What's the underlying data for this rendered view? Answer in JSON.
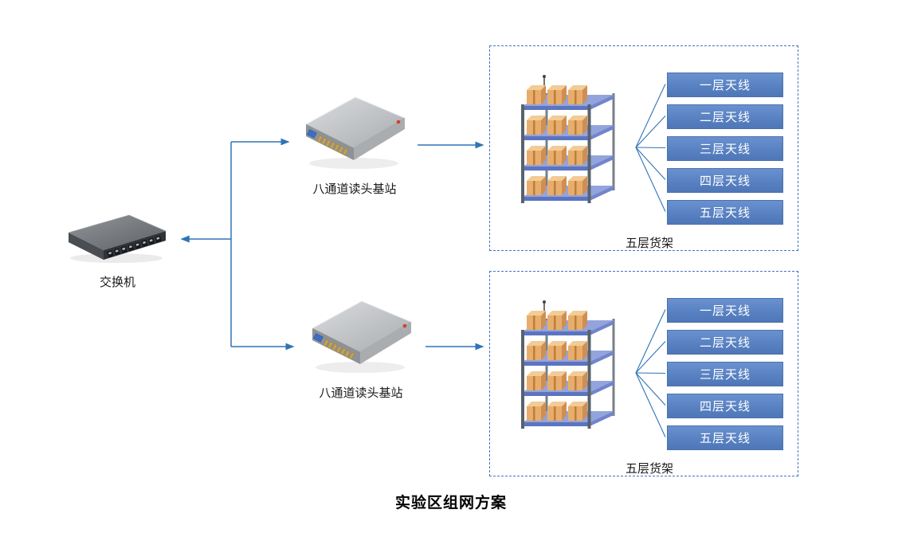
{
  "title": "实验区组网方案",
  "switch": {
    "label": "交换机"
  },
  "readers": [
    {
      "label": "八通道读头基站"
    },
    {
      "label": "八通道读头基站"
    }
  ],
  "racks": [
    {
      "label": "五层货架",
      "antennas": [
        "一层天线",
        "二层天线",
        "三层天线",
        "四层天线",
        "五层天线"
      ]
    },
    {
      "label": "五层货架",
      "antennas": [
        "一层天线",
        "二层天线",
        "三层天线",
        "四层天线",
        "五层天线"
      ]
    }
  ],
  "colors": {
    "antenna_fill": "#5B87C7",
    "antenna_border": "#4A72AC",
    "arrow": "#2E74B5",
    "zone_border": "#4472C4"
  }
}
